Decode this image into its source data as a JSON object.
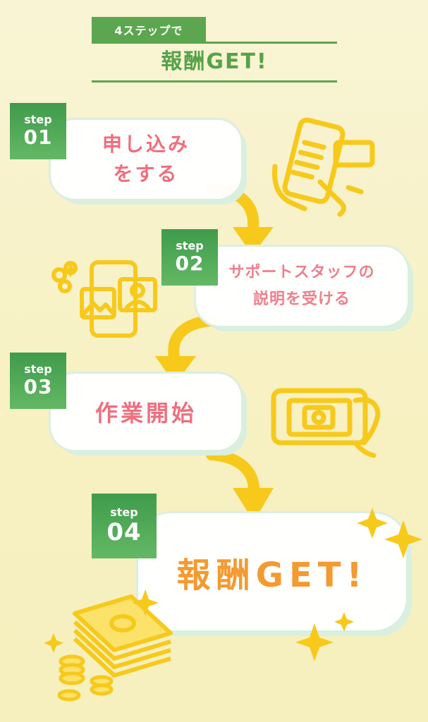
{
  "header": {
    "tag": "4ステップで",
    "title": "報酬GET!"
  },
  "steps": [
    {
      "label": "step",
      "number": "01",
      "line1": "申し込み",
      "line2": "をする"
    },
    {
      "label": "step",
      "number": "02",
      "line1": "サポートスタッフの",
      "line2": "説明を受ける"
    },
    {
      "label": "step",
      "number": "03",
      "line1": "作業開始",
      "line2": ""
    },
    {
      "label": "step",
      "number": "04",
      "line1": "報酬GET!",
      "line2": ""
    }
  ],
  "colors": {
    "green": "#5ba64f",
    "pink": "#ee6f7e",
    "orange": "#f39a31",
    "yellow": "#f7c91b",
    "background": "#f8f3cf"
  },
  "icons": [
    "smartphone-hand-icon",
    "tablet-photo-icon",
    "camera-phone-icon",
    "money-stack-icon",
    "sparkle-icon",
    "arrow-icon"
  ]
}
